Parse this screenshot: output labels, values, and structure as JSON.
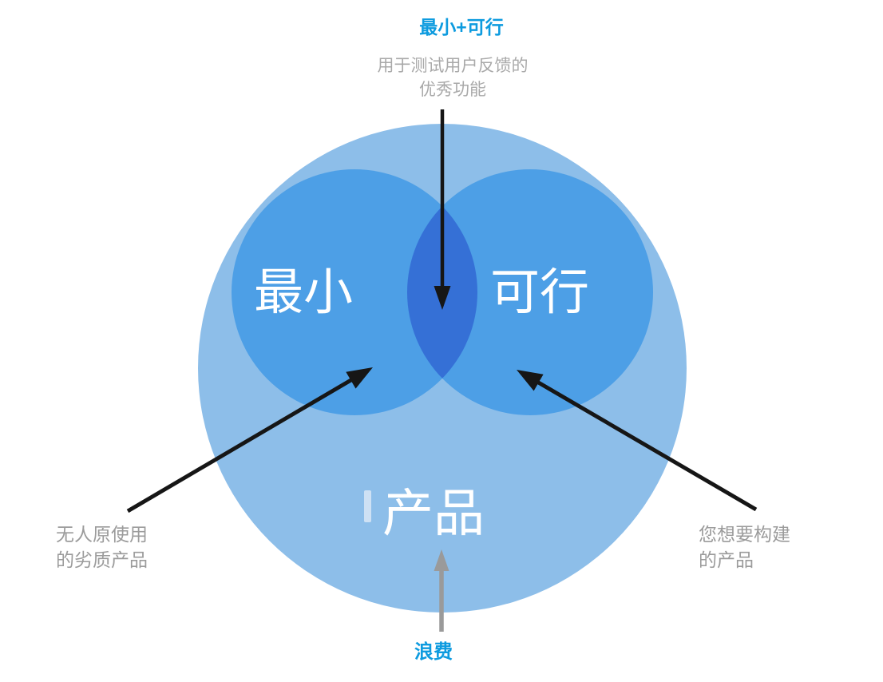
{
  "diagram": {
    "type": "venn-mvp",
    "top_label": "最小+可行",
    "top_note": {
      "line1": "用于测试用户反馈的",
      "line2": "优秀功能"
    },
    "circles": {
      "left_label": "最小",
      "right_label": "可行",
      "outer_label": "产品"
    },
    "left_note": {
      "line1": "无人原使用",
      "line2": "的劣质产品"
    },
    "right_note": {
      "line1": "您想要构建",
      "line2": "的产品"
    },
    "bottom_label": "浪费",
    "colors": {
      "background": "#ffffff",
      "outer_circle": "#8dbee9",
      "inner_circle": "#4d9fe6",
      "overlap": "#3570d6",
      "accent_text": "#0d9bdf",
      "subtitle_text": "#a9a9a9",
      "note_text": "#9b9b9b",
      "circle_text": "#ffffff",
      "arrow_black": "#161616",
      "arrow_gray": "#9a9a9a",
      "light_mark": "#d9e7f6"
    }
  }
}
